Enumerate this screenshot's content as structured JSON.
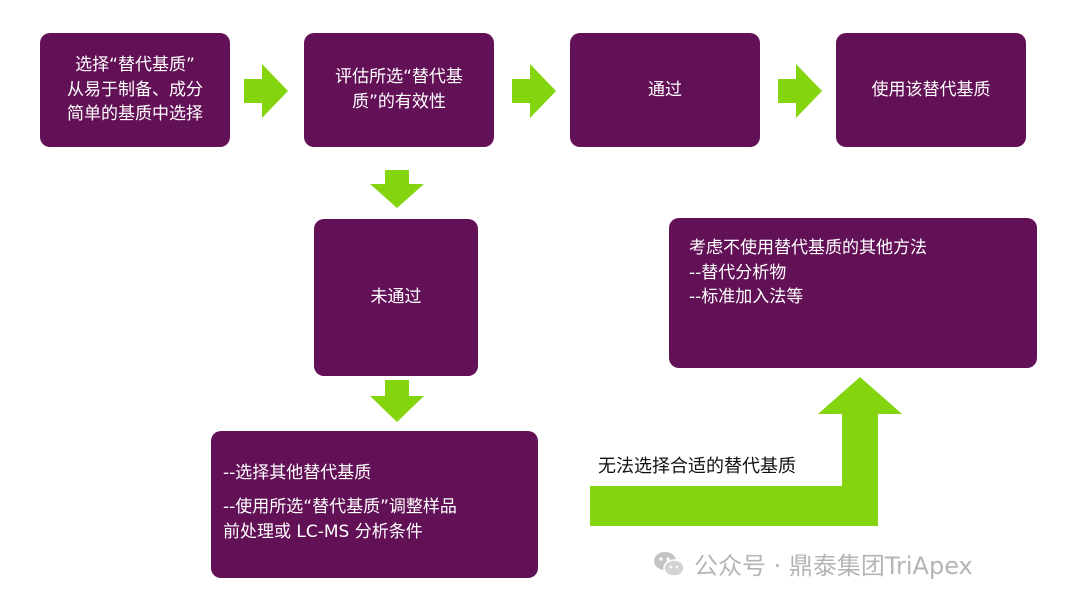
{
  "colors": {
    "box": "#631157",
    "arrow": "#84d40e",
    "text": "#ffffff",
    "watermark": "#b5b5b5"
  },
  "boxes": {
    "b1": {
      "lines": [
        "选择“替代基质”",
        "从易于制备、成分",
        "简单的基质中选择"
      ]
    },
    "b2": {
      "lines": [
        "评估所选“替代基",
        "质”的有效性"
      ]
    },
    "b3": {
      "lines": [
        "通过"
      ]
    },
    "b4": {
      "lines": [
        "使用该替代基质"
      ]
    },
    "b5": {
      "lines": [
        "未通过"
      ]
    },
    "b6": {
      "lines": [
        "考虑不使用替代基质的其他方法",
        "--替代分析物",
        "--标准加入法等"
      ]
    },
    "b7": {
      "lines": [
        "--选择其他替代基质",
        "--使用所选“替代基质”调整样品",
        "前处理或 LC-MS 分析条件"
      ]
    }
  },
  "condition_label": "无法选择合适的替代基质",
  "watermark": {
    "text": "公众号 · 鼎泰集团TriApex",
    "icon": "wechat-icon"
  }
}
